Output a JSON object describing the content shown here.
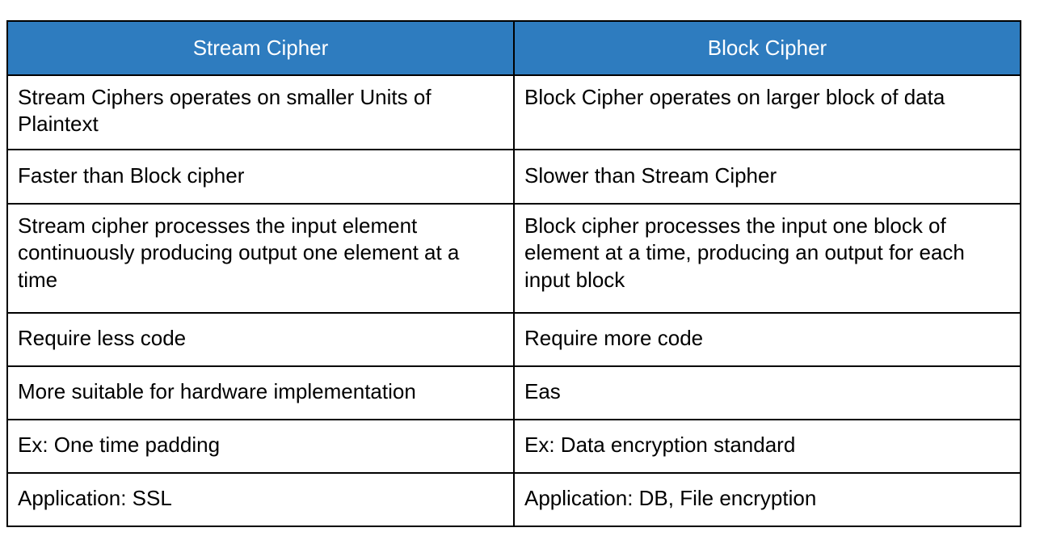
{
  "document": {
    "type": "comparison-table",
    "title": "Stream Cipher vs Block Cipher comparison table"
  },
  "colors": {
    "header_background": "#2E7CBF",
    "header_text": "#FFFFFF",
    "body_text": "#000000",
    "border": "#000000",
    "page_background": "#FFFFFF"
  },
  "table": {
    "columns": [
      {
        "key": "stream",
        "header": "Stream Cipher"
      },
      {
        "key": "block",
        "header": "Block Cipher"
      }
    ],
    "rows": [
      {
        "stream": "Stream Ciphers operates on smaller Units of Plaintext",
        "block": "Block Cipher operates on larger block of data"
      },
      {
        "stream": "Faster than Block cipher",
        "block": "Slower than Stream Cipher"
      },
      {
        "stream": "Stream cipher processes the input element continuously producing output one element at a time",
        "block": "Block cipher processes the input one block of element at a time, producing an output for each input block"
      },
      {
        "stream": "Require less code",
        "block": "Require more code"
      },
      {
        "stream": "More suitable for hardware implementation",
        "block": "Eas"
      },
      {
        "stream": "Ex: One time padding",
        "block": "Ex: Data encryption standard"
      },
      {
        "stream": "Application: SSL",
        "block": "Application: DB, File encryption"
      }
    ]
  }
}
